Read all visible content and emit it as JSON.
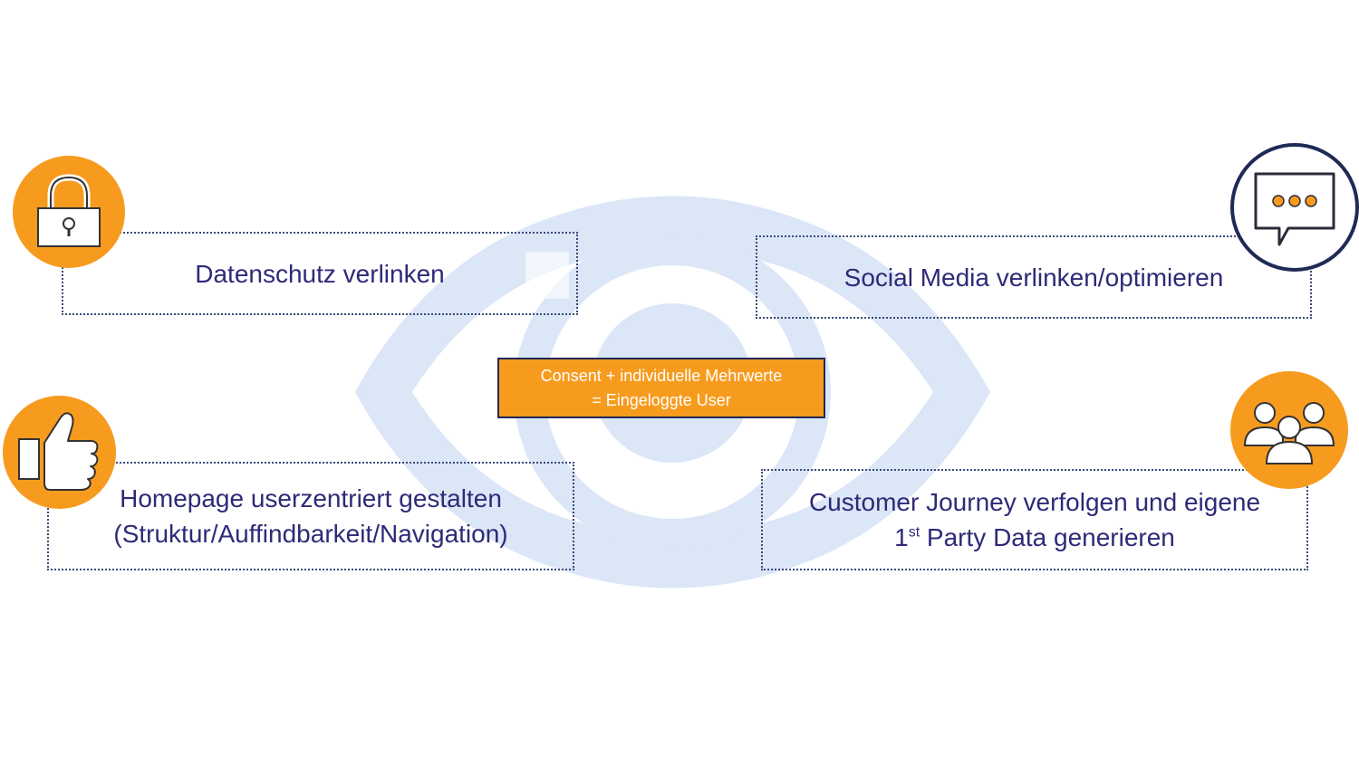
{
  "center": {
    "line1": "Consent + individuelle Mehrwerte",
    "line2": "= Eingeloggte User"
  },
  "boxes": {
    "top_left": {
      "text": "Datenschutz verlinken",
      "icon": "lock-icon"
    },
    "top_right": {
      "text": "Social Media verlinken/optimieren",
      "icon": "chat-bubble-icon"
    },
    "bottom_left": {
      "line1": "Homepage userzentriert gestalten",
      "line2": "(Struktur/Auffindbarkeit/Navigation)",
      "icon": "thumbs-up-icon"
    },
    "bottom_right": {
      "line1": "Customer Journey verfolgen und eigene",
      "line2_num": "1",
      "line2_sup": "st",
      "line2_rest": " Party Data generieren",
      "icon": "users-group-icon"
    }
  },
  "colors": {
    "accent": "#f79b1f",
    "text": "#2e2a78",
    "eye": "#dbe6f7",
    "outline": "#1f2a55"
  }
}
